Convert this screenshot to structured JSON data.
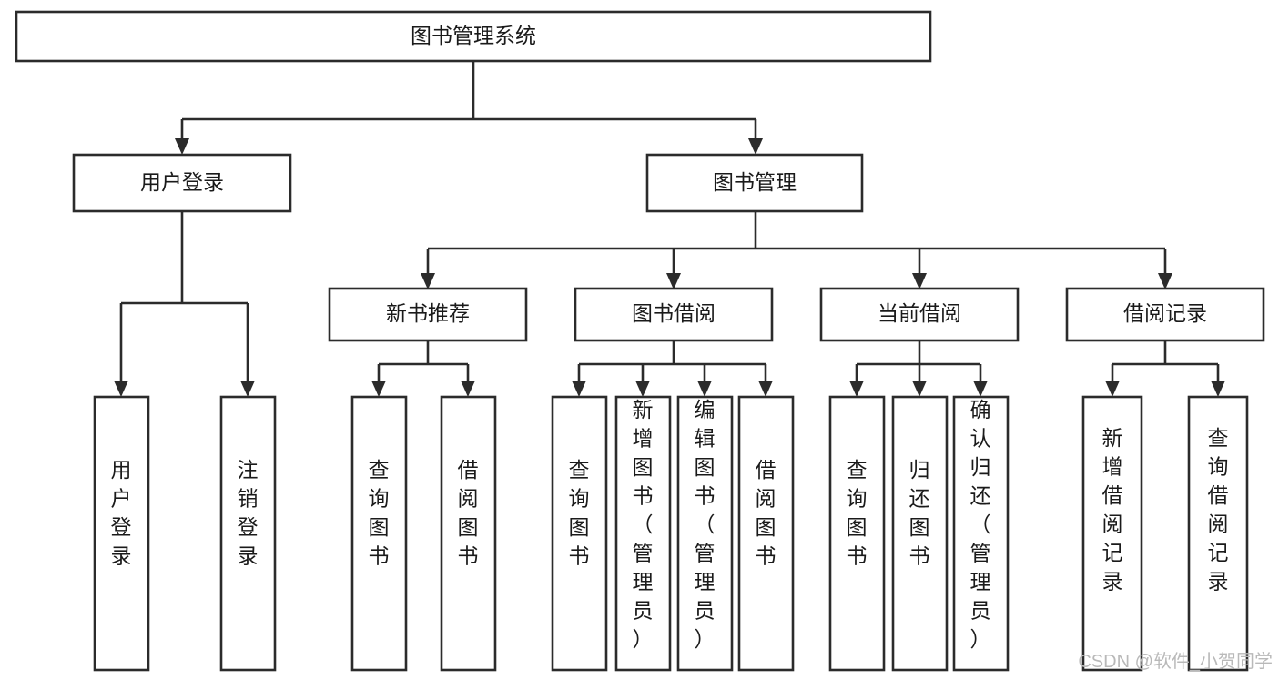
{
  "diagram": {
    "title": "图书管理系统",
    "type": "tree-hierarchy",
    "orientation": "top-down",
    "colors": {
      "stroke": "#2b2b2b",
      "fill": "#ffffff",
      "text": "#1a1a1a",
      "watermark": "#b9b9b9",
      "background": "#ffffff"
    },
    "root": {
      "label": "图书管理系统"
    },
    "level2": [
      {
        "label": "用户登录"
      },
      {
        "label": "图书管理"
      }
    ],
    "level3": [
      {
        "label": "新书推荐"
      },
      {
        "label": "图书借阅"
      },
      {
        "label": "当前借阅"
      },
      {
        "label": "借阅记录"
      }
    ],
    "leaves": {
      "user_login": [
        {
          "label": "用户登录"
        },
        {
          "label": "注销登录"
        }
      ],
      "new_book_recommend": [
        {
          "label": "查询图书"
        },
        {
          "label": "借阅图书"
        }
      ],
      "book_borrow": [
        {
          "label": "查询图书"
        },
        {
          "label": "新增图书（管理员）"
        },
        {
          "label": "编辑图书（管理员）"
        },
        {
          "label": "借阅图书"
        }
      ],
      "current_borrow": [
        {
          "label": "查询图书"
        },
        {
          "label": "归还图书"
        },
        {
          "label": "确认归还（管理员）"
        }
      ],
      "borrow_record": [
        {
          "label": "新增借阅记录"
        },
        {
          "label": "查询借阅记录"
        }
      ]
    },
    "watermark": "CSDN @软件_小贺同学"
  }
}
